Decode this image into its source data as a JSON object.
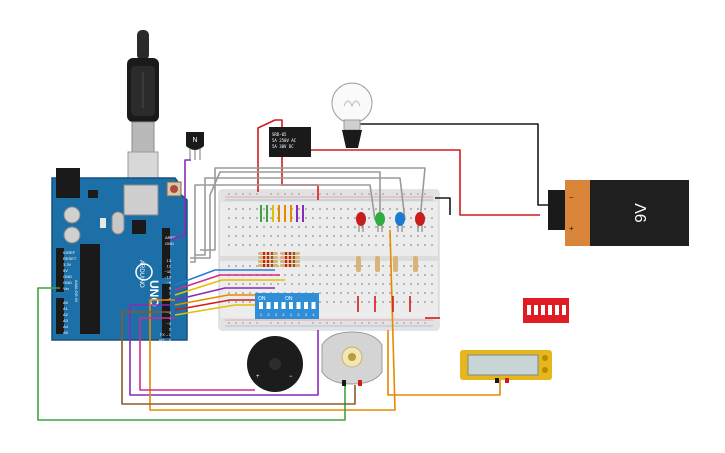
{
  "arduino": {
    "name": "UNO",
    "subtitle": "ARDUINO",
    "aref": "AREF",
    "gnd": "GND",
    "digital_label": "DIGITAL (PWM~)",
    "power_label": "POWER",
    "analog_label": "ANALOG IN",
    "power_pins": [
      "IOREF",
      "RESET",
      "3.3V",
      "5V",
      "GND",
      "GND",
      "Vin"
    ],
    "analog_pins": [
      "A0",
      "A1",
      "A2",
      "A3",
      "A4",
      "A5"
    ],
    "digital_pins": [
      "13",
      "12",
      "~11",
      "~10",
      "~9",
      "8",
      "7",
      "~6",
      "~5",
      "4",
      "~3",
      "2",
      "TX→1",
      "RX←0"
    ]
  },
  "transistor": {
    "label": "N"
  },
  "relay": {
    "lines": [
      "SRD-05",
      "5A 250V AC",
      "5A 30V DC"
    ]
  },
  "battery": {
    "label": "9V",
    "plus": "+",
    "minus": "−"
  },
  "dip_switch": {
    "on_label_left": "ON",
    "on_label_right": "ON",
    "numbers_left": [
      "1",
      "2",
      "3",
      "4"
    ],
    "numbers_right": [
      "1",
      "2",
      "3",
      "4"
    ]
  },
  "buzzer": {
    "plus": "+",
    "minus": "−"
  },
  "colors": {
    "wire_red": "#d11b1b",
    "wire_black": "#1a1a1a",
    "wire_gray": "#9a9a9a",
    "wire_green": "#3fa33f",
    "wire_orange": "#e68a00",
    "wire_purple": "#8a2ab5",
    "wire_brown": "#8a5a2b",
    "wire_blue": "#2b7bd1",
    "wire_pink": "#d12b8a",
    "wire_yellow": "#e0c000",
    "arduino_blue": "#1d6fa8",
    "led_red": "#c81d1d",
    "led_green": "#2fae3f",
    "led_blue": "#1b7ad1",
    "dip_blue": "#2e8ed8",
    "dip_red": "#e01b24",
    "battery_orange": "#d9863a",
    "lcd_yellow": "#e6b71c"
  }
}
